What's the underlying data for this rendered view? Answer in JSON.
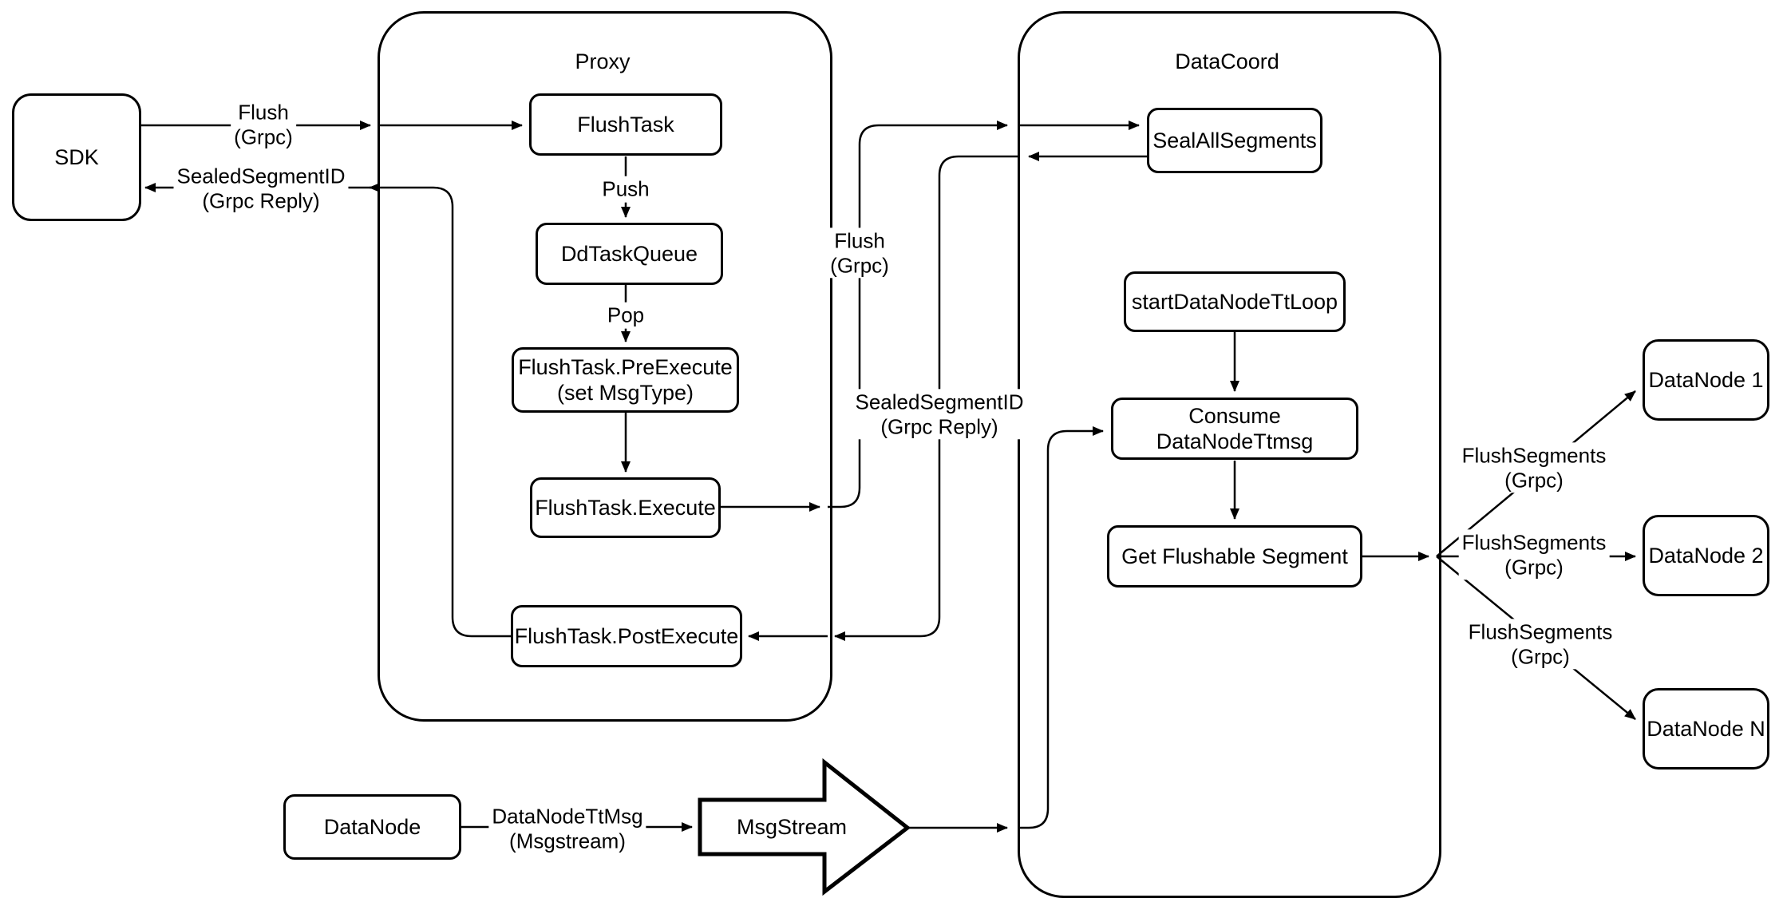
{
  "diagram": {
    "background": "#ffffff",
    "stroke_color": "#000000",
    "node_fill": "#ffffff",
    "containers": {
      "proxy": {
        "label": "Proxy"
      },
      "datacoord": {
        "label": "DataCoord"
      }
    },
    "nodes": {
      "sdk": {
        "label": "SDK"
      },
      "flush_task": {
        "label": "FlushTask"
      },
      "dd_task_queue": {
        "label": "DdTaskQueue"
      },
      "pre_execute": {
        "label": "FlushTask.PreExecute",
        "sublabel": "(set MsgType)"
      },
      "execute": {
        "label": "FlushTask.Execute"
      },
      "post_execute": {
        "label": "FlushTask.PostExecute"
      },
      "seal_all_segments": {
        "label": "SealAllSegments"
      },
      "start_datanode_tt_loop": {
        "label": "startDataNodeTtLoop"
      },
      "consume_datanode_ttmsg": {
        "label": "Consume DataNodeTtmsg"
      },
      "get_flushable_segment": {
        "label": "Get Flushable Segment"
      },
      "datanode_1": {
        "label": "DataNode 1"
      },
      "datanode_2": {
        "label": "DataNode 2"
      },
      "datanode_n": {
        "label": "DataNode N"
      },
      "datanode_source": {
        "label": "DataNode"
      },
      "msgstream": {
        "label": "MsgStream"
      }
    },
    "edge_labels": {
      "flush_sdk": {
        "line1": "Flush",
        "line2": "(Grpc)"
      },
      "sealed_sdk": {
        "line1": "SealedSegmentID",
        "line2": "(Grpc Reply)"
      },
      "push": {
        "line1": "Push"
      },
      "pop": {
        "line1": "Pop"
      },
      "flush_mid": {
        "line1": "Flush",
        "line2": "(Grpc)"
      },
      "sealed_mid": {
        "line1": "SealedSegmentID",
        "line2": "(Grpc Reply)"
      },
      "flush_segments_1": {
        "line1": "FlushSegments",
        "line2": "(Grpc)"
      },
      "flush_segments_2": {
        "line1": "FlushSegments",
        "line2": "(Grpc)"
      },
      "flush_segments_3": {
        "line1": "FlushSegments",
        "line2": "(Grpc)"
      },
      "datanode_ttmsg": {
        "line1": "DataNodeTtMsg",
        "line2": "(Msgstream)"
      }
    }
  }
}
